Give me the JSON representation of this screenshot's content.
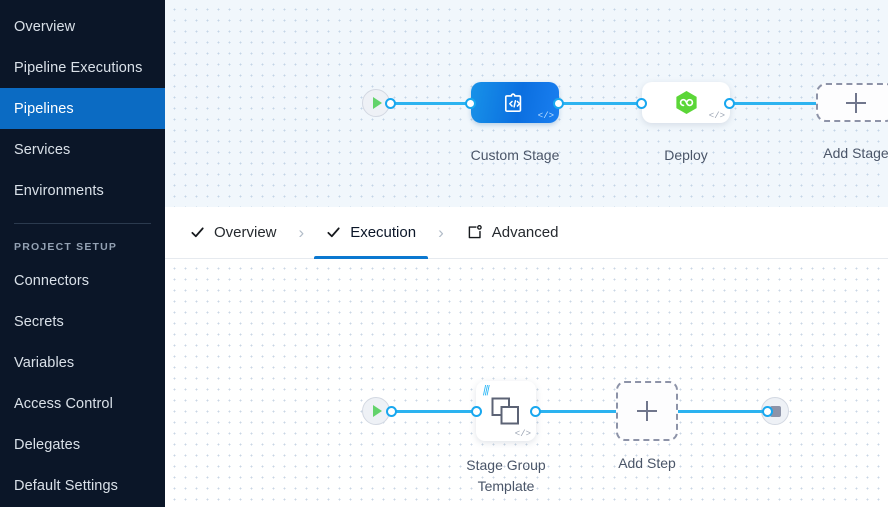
{
  "sidebar": {
    "items": [
      {
        "label": "Overview",
        "active": false
      },
      {
        "label": "Pipeline Executions",
        "active": false
      },
      {
        "label": "Pipelines",
        "active": true
      },
      {
        "label": "Services",
        "active": false
      },
      {
        "label": "Environments",
        "active": false
      }
    ],
    "section_title": "PROJECT SETUP",
    "setup_items": [
      {
        "label": "Connectors"
      },
      {
        "label": "Secrets"
      },
      {
        "label": "Variables"
      },
      {
        "label": "Access Control"
      },
      {
        "label": "Delegates"
      },
      {
        "label": "Default Settings"
      }
    ],
    "active_color": "#0b6bc3",
    "background_color": "#0b1628"
  },
  "tabs": {
    "items": [
      {
        "label": "Overview",
        "icon": "check-icon",
        "active": false
      },
      {
        "label": "Execution",
        "icon": "check-icon",
        "active": true
      },
      {
        "label": "Advanced",
        "icon": "advanced-settings-icon",
        "active": false
      }
    ],
    "separator": "›",
    "active_underline_color": "#0b78d0"
  },
  "stage_canvas": {
    "start_node": {
      "icon": "play-icon",
      "name": "pipeline-start"
    },
    "end_node": {
      "icon": "stop-icon",
      "name": "pipeline-end"
    },
    "stages": [
      {
        "label": "Custom Stage",
        "icon": "custom-stage-code-icon",
        "style": "blue",
        "badge": "</>"
      },
      {
        "label": "Deploy",
        "icon": "deploy-hexagon-icon",
        "style": "white",
        "badge": "</>"
      }
    ],
    "add_stage": {
      "label": "Add Stage",
      "icon": "plus-icon"
    }
  },
  "step_canvas": {
    "start_node": {
      "icon": "play-icon",
      "name": "execution-start"
    },
    "end_node": {
      "icon": "stop-icon",
      "name": "execution-end"
    },
    "steps": [
      {
        "label": "Stage Group\nTemplate",
        "icon": "stacked-squares-icon",
        "badge": "</>",
        "template_badge": "|||"
      }
    ],
    "add_step": {
      "label": "Add Step",
      "icon": "plus-icon"
    }
  },
  "colors": {
    "link": "#2cb3f0",
    "port_border": "#18a7ef",
    "play_green": "#63d36b",
    "deploy_green": "#5bd637",
    "stage_blue": "#0b6fe0",
    "dashed_gray": "#8d93a8"
  }
}
